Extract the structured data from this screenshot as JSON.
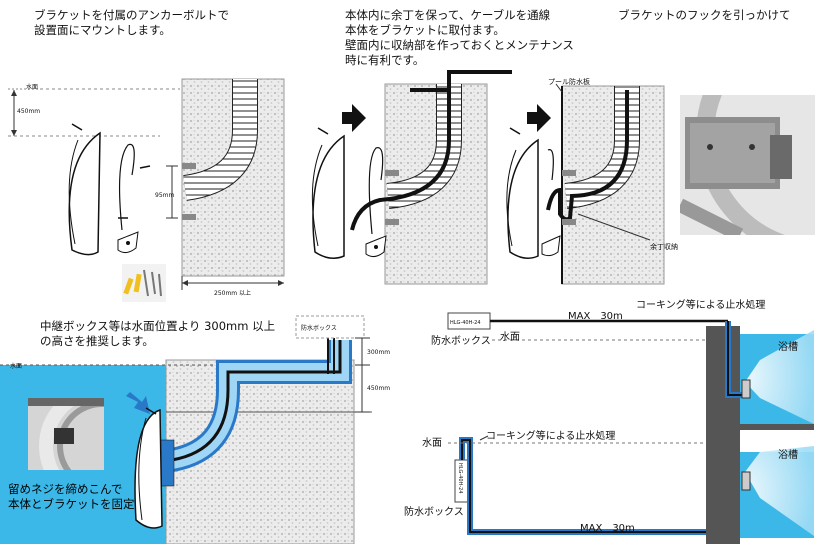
{
  "captions": {
    "step1": [
      "ブラケットを付属のアンカーボルトで",
      "設置面にマウントします。"
    ],
    "step2": [
      "本体内に余丁を保って、ケーブルを通線",
      "本体をブラケットに取付ます。",
      "壁面内に収納部を作っておくとメンテナンス",
      "時に有利です。"
    ],
    "step3": [
      "ブラケットのフックを引っかけて"
    ],
    "junction": [
      "中継ボックス等は水面位置より 300mm 以上",
      "の高さを推奨します。"
    ],
    "screw": [
      "留めネジを締めこんで",
      "本体とブラケットを固定"
    ]
  },
  "labels": {
    "water_surface": "水面",
    "dim_450": "450mm",
    "dim_95": "95mm",
    "dim_250": "250mm 以上",
    "pool_waterproof_board": "プール防水板",
    "slack_storage": "余丁収納",
    "waterproof_box": "防水ボックス",
    "dim_300": "300mm",
    "max_30m": "MAX　30m",
    "caulking": "コーキング等による止水処理",
    "bathtub": "浴槽",
    "device_tag": "HLG-40H-24"
  },
  "colors": {
    "water": "#3bb8e8",
    "wall_gray": "#555555",
    "cable_blue": "#2a78c8",
    "concrete": "#e6e6e6"
  }
}
